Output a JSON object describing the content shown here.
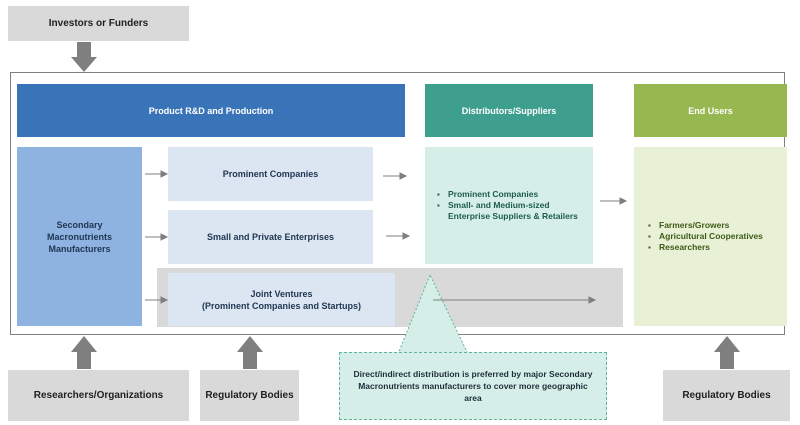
{
  "investors": "Investors or Funders",
  "headers": {
    "rd": "Product R&D and Production",
    "dist": "Distributors/Suppliers",
    "end": "End Users"
  },
  "manufacturers": "Secondary Macronutrients Manufacturers",
  "companies": {
    "prominent": "Prominent Companies",
    "small": "Small and Private Enterprises",
    "jv_line1": "Joint Ventures",
    "jv_line2": "(Prominent Companies and Startups)"
  },
  "distributors": [
    "Prominent Companies",
    "Small- and Medium-sized Enterprise Suppliers & Retailers"
  ],
  "end_users": [
    "Farmers/Growers",
    "Agricultural Cooperatives",
    "Researchers"
  ],
  "callout": "Direct/indirect distribution is preferred by major Secondary Macronutrients manufacturers to cover more geographic area",
  "bottom": {
    "researchers": "Researchers/Organizations",
    "regulatory_left": "Regulatory Bodies",
    "regulatory_right": "Regulatory Bodies"
  },
  "colors": {
    "rd_header": "#3a74b8",
    "dist_header": "#3f9f8e",
    "end_header": "#97b851",
    "grey": "#d9d9d9"
  }
}
